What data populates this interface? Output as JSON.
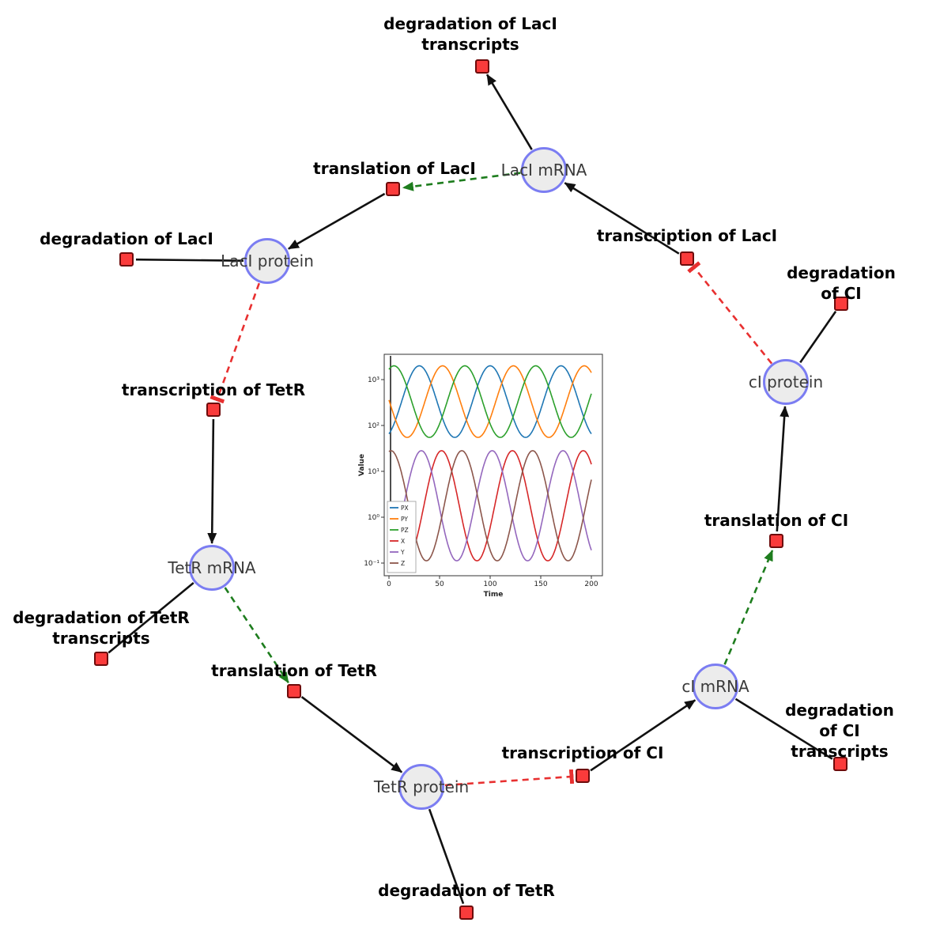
{
  "nodes": {
    "laci_mrna": {
      "label": "LacI mRNA"
    },
    "laci_protein": {
      "label": "LacI protein"
    },
    "ci_protein": {
      "label": "cI protein"
    },
    "tetr_mrna": {
      "label": "TetR mRNA"
    },
    "ci_mrna": {
      "label": "cI mRNA"
    },
    "tetr_protein": {
      "label": "TetR protein"
    }
  },
  "reactions": {
    "deg_laci_transcripts": {
      "label": "degradation of LacI\ntranscripts"
    },
    "translation_laci": {
      "label": "translation of LacI"
    },
    "deg_laci": {
      "label": "degradation of LacI"
    },
    "transcription_laci": {
      "label": "transcription of LacI"
    },
    "deg_ci": {
      "label": "degradation of CI"
    },
    "transcription_tetr": {
      "label": "transcription of TetR"
    },
    "deg_tetr_transcripts": {
      "label": "degradation of TetR\ntranscripts"
    },
    "translation_tetr": {
      "label": "translation of TetR"
    },
    "deg_tetr": {
      "label": "degradation of TetR"
    },
    "transcription_ci": {
      "label": "transcription of CI"
    },
    "deg_ci_transcripts": {
      "label": "degradation of CI\ntranscripts"
    },
    "translation_ci": {
      "label": "translation of CI"
    }
  },
  "colors": {
    "species_fill": "#ececec",
    "species_border": "#7b7df2",
    "reaction_fill": "#fa3b3b",
    "reaction_border": "#6e0b0b",
    "edge_black": "#111111",
    "edge_green": "#1e7d1e",
    "edge_red": "#e83030"
  },
  "chart_data": {
    "type": "line",
    "title": "",
    "xlabel": "Time",
    "ylabel": "Value",
    "x_range": [
      0,
      200
    ],
    "x_ticks": [
      0,
      50,
      100,
      150,
      200
    ],
    "y_scale": "log",
    "y_tick_labels": [
      "10⁻¹",
      "10⁰",
      "10¹",
      "10²",
      "10³"
    ],
    "y_tick_values": [
      0.1,
      1,
      10,
      100,
      1000
    ],
    "ylim_log10": [
      -1.28,
      3.55
    ],
    "grid": false,
    "legend_position": "lower left",
    "series": [
      {
        "name": "PX",
        "color": "#1f77b4",
        "log10_center": 2.52,
        "log10_amplitude": 0.78,
        "period": 70,
        "peak_t": 30
      },
      {
        "name": "PY",
        "color": "#ff7f0e",
        "log10_center": 2.52,
        "log10_amplitude": 0.78,
        "period": 70,
        "peak_t": 53
      },
      {
        "name": "PZ",
        "color": "#2ca02c",
        "log10_center": 2.52,
        "log10_amplitude": 0.78,
        "period": 70,
        "peak_t": 75
      },
      {
        "name": "X",
        "color": "#d62728",
        "log10_center": 0.25,
        "log10_amplitude": 1.2,
        "period": 70,
        "peak_t": 52
      },
      {
        "name": "Y",
        "color": "#9467bd",
        "log10_center": 0.25,
        "log10_amplitude": 1.2,
        "period": 70,
        "peak_t": 32
      },
      {
        "name": "Z",
        "color": "#8c564b",
        "log10_center": 0.25,
        "log10_amplitude": 1.2,
        "period": 70,
        "peak_t": 72
      }
    ]
  }
}
